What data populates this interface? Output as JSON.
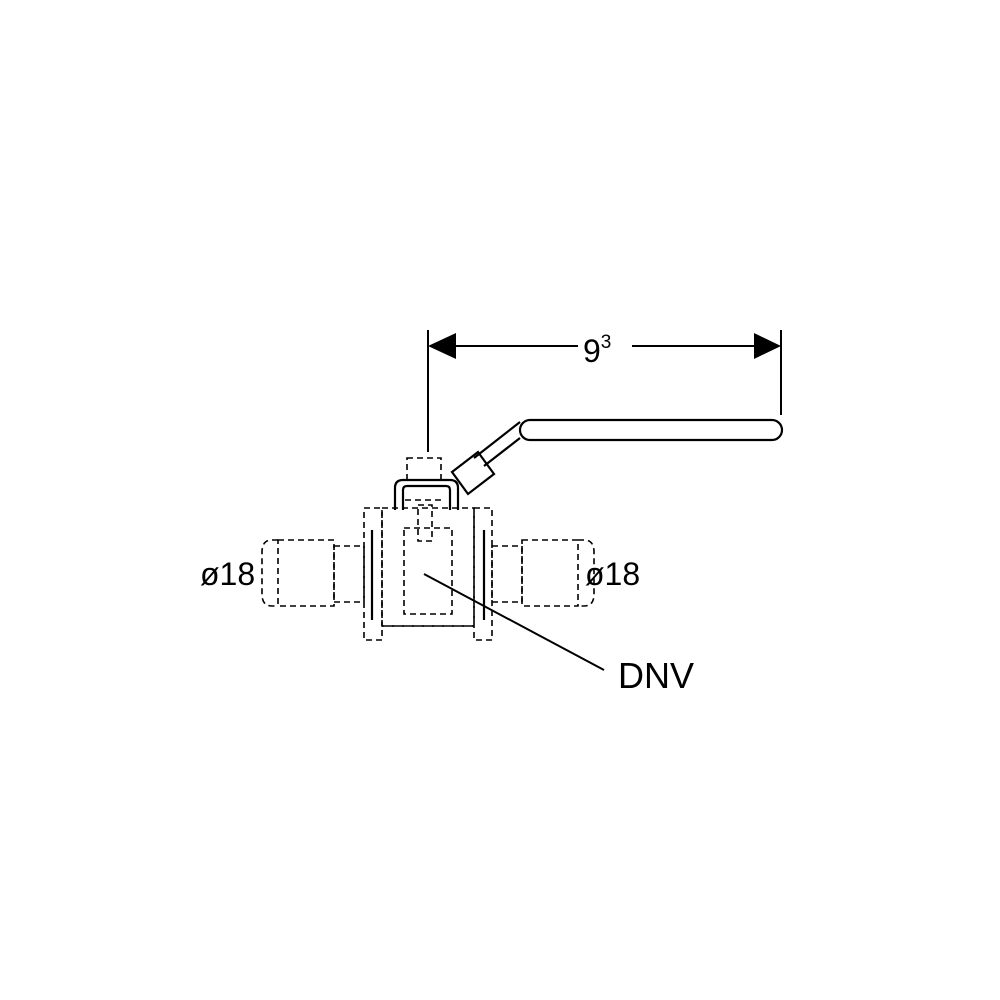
{
  "dimension": {
    "main": "9",
    "sup": "3"
  },
  "labels": {
    "left_diameter": "ø18",
    "right_diameter": "ø18",
    "callout": "DNV"
  },
  "colors": {
    "ink": "#000000",
    "background": "#ffffff"
  }
}
